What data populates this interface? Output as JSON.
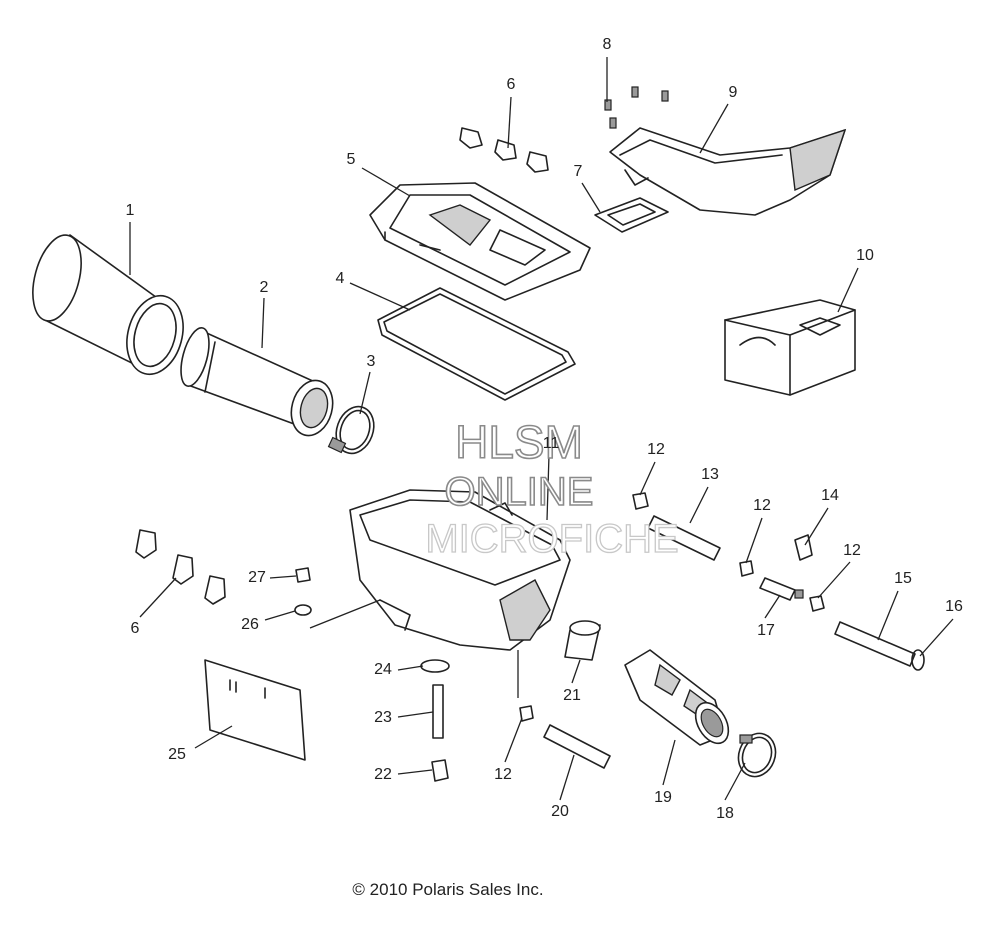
{
  "watermark": {
    "line1": "HLSM",
    "line2": "ONLINE",
    "line3": "MICROFICHE"
  },
  "copyright": "© 2010 Polaris Sales Inc.",
  "callouts": {
    "c1": "1",
    "c2": "2",
    "c3": "3",
    "c4": "4",
    "c5": "5",
    "c6a": "6",
    "c6b": "6",
    "c7": "7",
    "c8": "8",
    "c9": "9",
    "c10": "10",
    "c11": "11",
    "c12a": "12",
    "c12b": "12",
    "c12c": "12",
    "c12d": "12",
    "c13": "13",
    "c14": "14",
    "c15": "15",
    "c16": "16",
    "c17": "17",
    "c18": "18",
    "c19": "19",
    "c20": "20",
    "c21": "21",
    "c22": "22",
    "c23": "23",
    "c24": "24",
    "c25": "25",
    "c26": "26",
    "c27": "27"
  }
}
